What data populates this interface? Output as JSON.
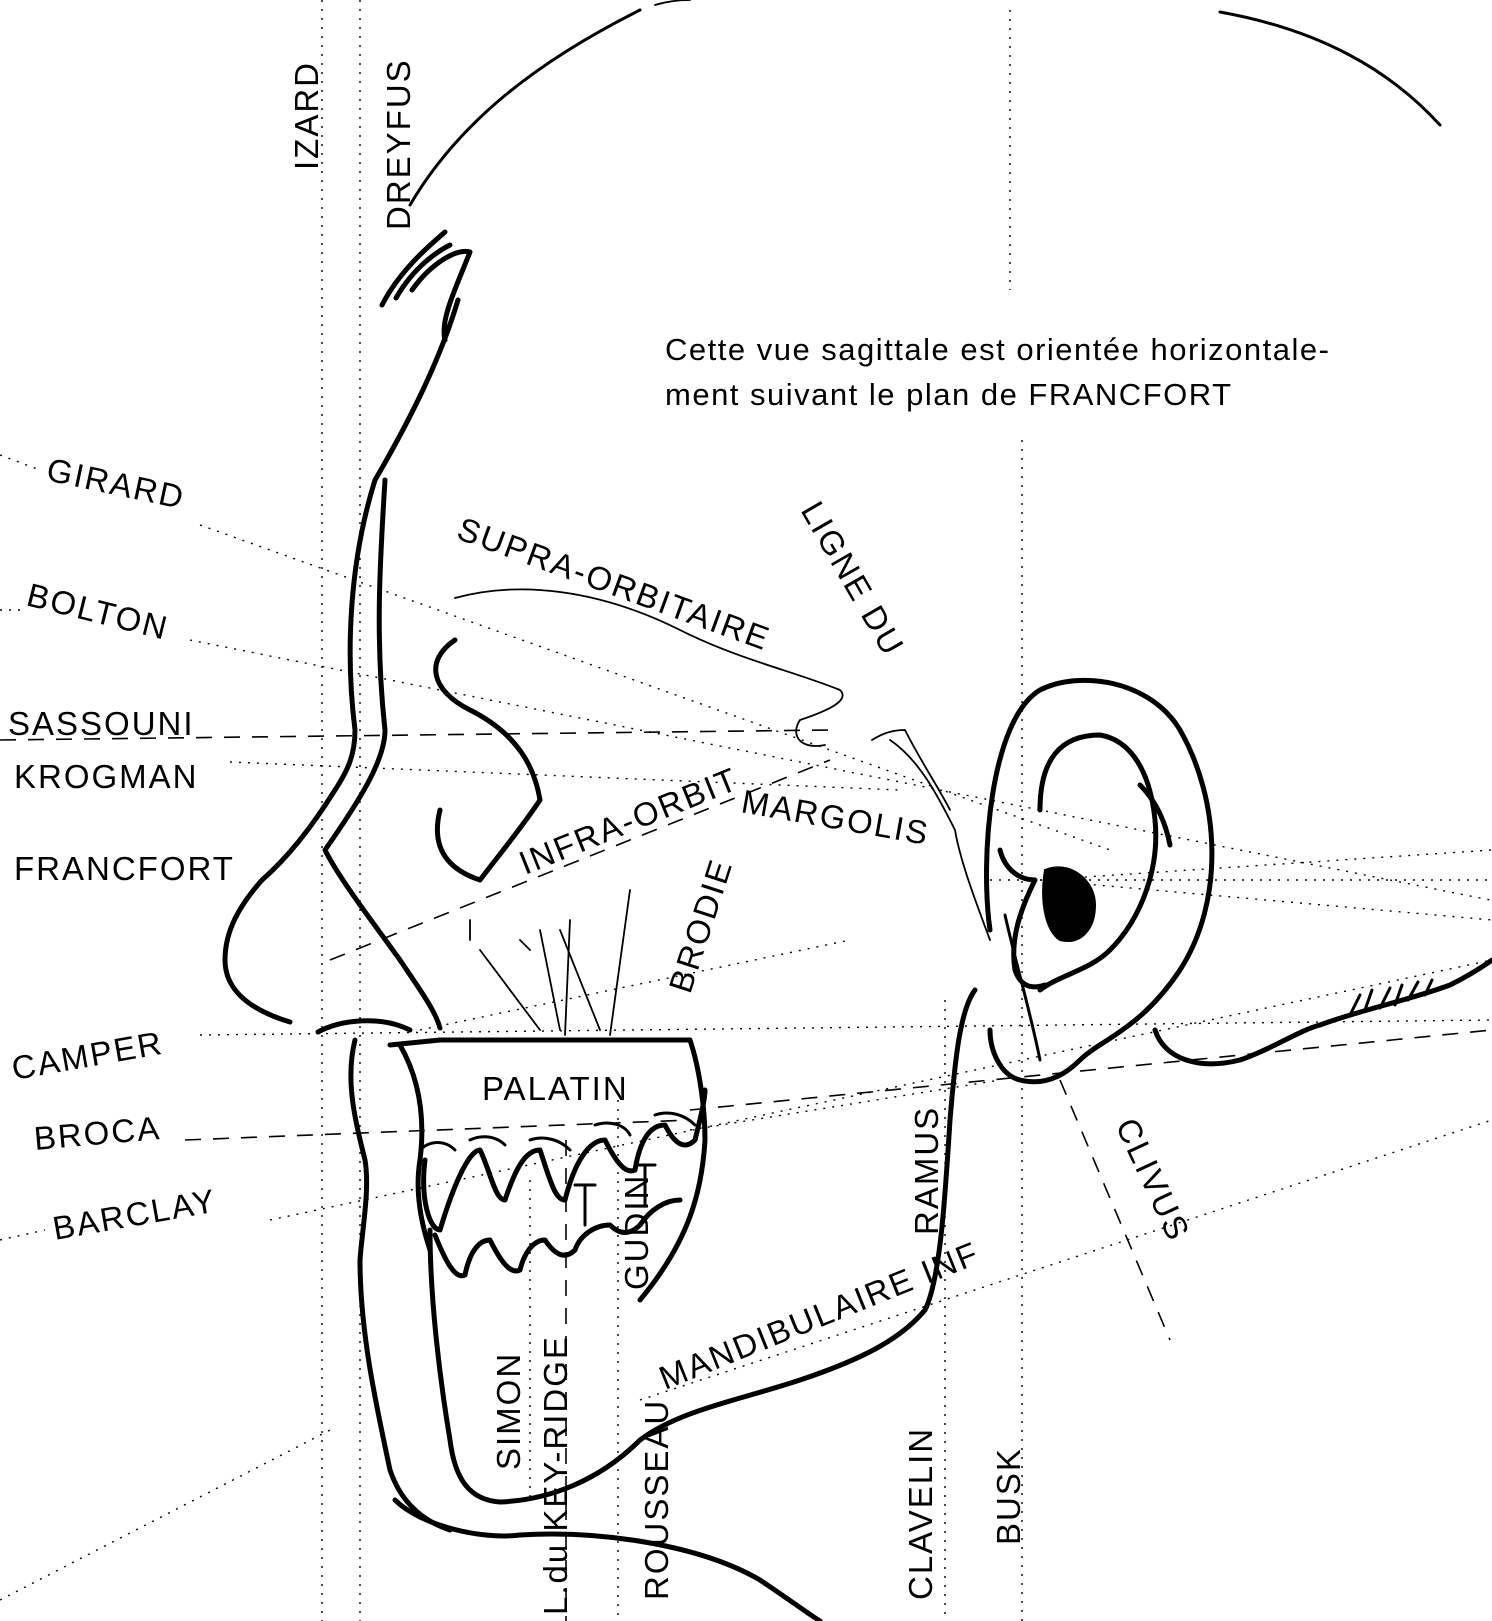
{
  "caption": {
    "line1": "Cette vue sagittale est orientée horizontale-",
    "line2": "ment suivant le plan de FRANCFORT"
  },
  "labels": {
    "izard": "IZARD",
    "dreyfus": "DREYFUS",
    "girard": "GIRARD",
    "bolton": "BOLTON",
    "sassouni": "SASSOUNI",
    "krogman": "KROGMAN",
    "francfort": "FRANCFORT",
    "camper": "CAMPER",
    "broca": "BROCA",
    "barclay": "BARCLAY",
    "supra_orbitaire": "SUPRA-ORBITAIRE",
    "ligne_du": "LIGNE DU",
    "infra_orbit": "INFRA-ORBIT",
    "margolis": "MARGOLIS",
    "brodie": "BRODIE",
    "palatin": "PALATIN",
    "ramus": "RAMUS",
    "clivus": "CLIVUS",
    "mandibulaire_inf": "MANDIBULAIRE INF",
    "simon": "SIMON",
    "l_du_key_ridge": "L.du KEY-RIDGE",
    "rousseau": "ROUSSEAU",
    "gudin": "GUDIN",
    "clavelin": "CLAVELIN",
    "busk": "BUSK"
  }
}
